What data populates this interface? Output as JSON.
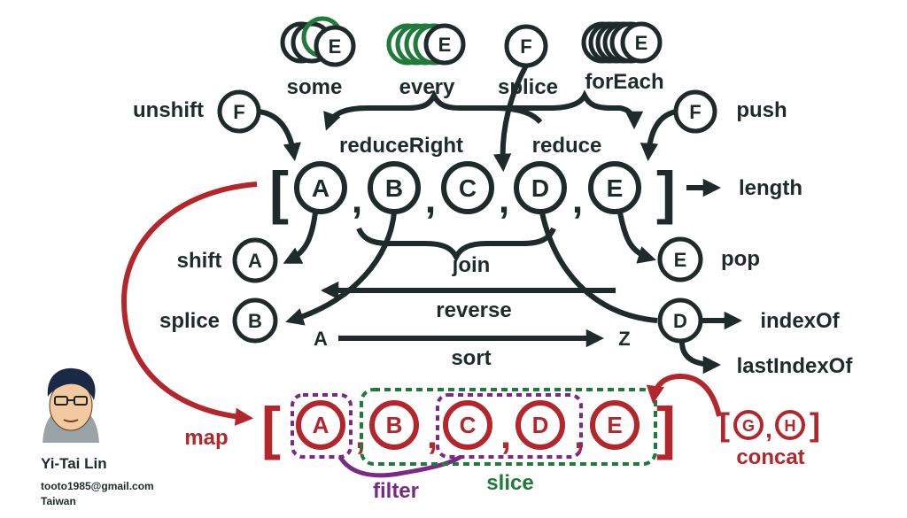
{
  "colors": {
    "dark": "#1f2b2a",
    "red": "#b3262c",
    "green": "#1f7a3c",
    "purple": "#7a2a86",
    "white": "#ffffff"
  },
  "array": {
    "items": [
      "A",
      "B",
      "C",
      "D",
      "E"
    ],
    "comma": ",",
    "open_bracket": "[",
    "close_bracket": "]"
  },
  "mapped_array": {
    "items": [
      "A",
      "B",
      "C",
      "D",
      "E"
    ]
  },
  "concat_array": {
    "items": [
      "G",
      "H"
    ]
  },
  "iterators": {
    "some": {
      "label": "some",
      "item": "E"
    },
    "every": {
      "label": "every",
      "item": "E"
    },
    "forEach": {
      "label": "forEach",
      "item": "E"
    },
    "splice_in": {
      "label": "splice",
      "item": "F"
    }
  },
  "methods": {
    "unshift": {
      "label": "unshift",
      "item": "F"
    },
    "push": {
      "label": "push",
      "item": "F"
    },
    "reduceRight": "reduceRight",
    "reduce": "reduce",
    "length": "length",
    "shift": {
      "label": "shift",
      "item": "A"
    },
    "pop": {
      "label": "pop",
      "item": "E"
    },
    "join": "join",
    "reverse": "reverse",
    "splice_out": {
      "label": "splice",
      "item": "B"
    },
    "sort": {
      "label": "sort",
      "from": "A",
      "to": "Z"
    },
    "index": {
      "item": "D",
      "indexOf": "indexOf",
      "lastIndexOf": "lastIndexOf"
    },
    "map": "map",
    "filter": "filter",
    "slice": "slice",
    "concat": "concat"
  },
  "author": {
    "name": "Yi-Tai Lin",
    "email": "tooto1985@gmail.com",
    "location": "Taiwan"
  }
}
